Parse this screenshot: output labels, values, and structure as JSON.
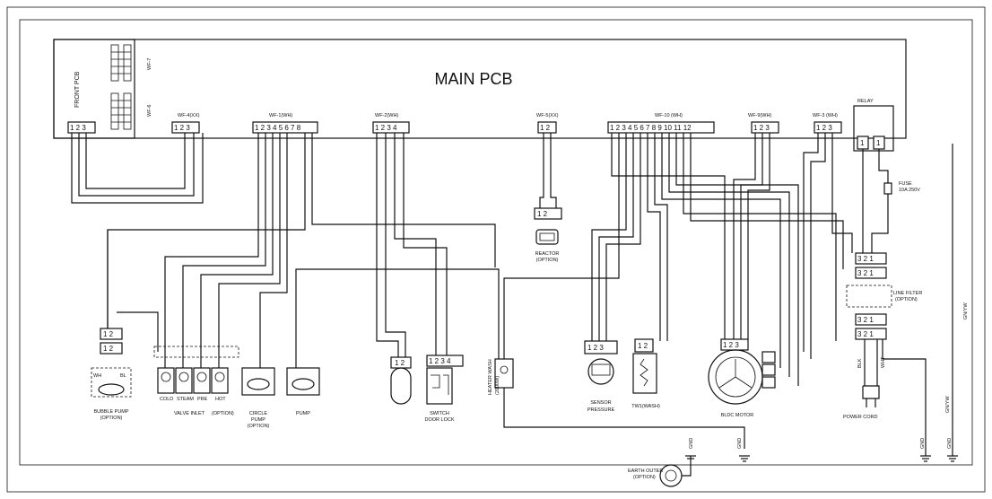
{
  "title": "MAIN PCB",
  "front_pcb": "FRONT PCB",
  "connectors": {
    "wf7": "WF-7",
    "wf6": "WF-6",
    "wf4": "WF-4(XX)",
    "wf1": "WF-1(WH)",
    "wf2": "WF-2(WH)",
    "wf5": "WF-5(XX)",
    "wf10": "WF-10 (WH)",
    "wf9": "WF-9(WH)",
    "wf3": "WF-3 (WH)",
    "relay": "RELAY"
  },
  "components": {
    "bubble_pump": "BUBBLE PUMP",
    "bubble_pump_opt": "(OPTION)",
    "valve_inlet": "VALVE INLET",
    "valve_opt": "(OPTION)",
    "valve_cold": "COLD",
    "valve_steam": "STEAM",
    "valve_pre": "PRE",
    "valve_hot": "HOT",
    "circle_pump": "CIRCLE",
    "circle_pump2": "PUMP",
    "circle_pump_opt": "(OPTION)",
    "pump": "PUMP",
    "switch": "SWITCH",
    "door_lock": "DOOR LOCK",
    "heater": "HEATER WASH",
    "heater_w": "(2000W)",
    "reactor": "REACTOR",
    "reactor_opt": "(OPTION)",
    "sensor": "SENSOR",
    "pressure": "PRESSURE",
    "tw1": "TW1(WASH)",
    "bldc": "BLDC MOTOR",
    "line_filter": "LINE FILTER",
    "line_filter_opt": "(OPTION)",
    "fuse": "FUSE",
    "fuse_rating": "10A 250V",
    "power_cord": "POWER CORD",
    "earth_outer": "EARTH OUTER",
    "earth_opt": "(OPTION)",
    "gn_yw": "GN/YW",
    "gnd": "GND",
    "wh": "WH",
    "bl": "BL",
    "blk": "BLK",
    "wht": "WHT"
  }
}
